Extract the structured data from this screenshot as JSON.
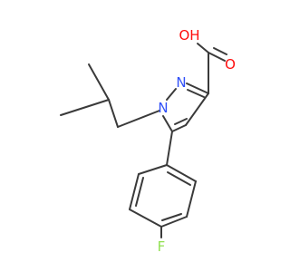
{
  "molecule": {
    "atoms": {
      "hydroxyl": {
        "label": "OH",
        "color": "#ff0d0d"
      },
      "carbonyl_oxygen": {
        "label": "O",
        "color": "#ff0d0d"
      },
      "pyrazole_n2": {
        "label": "N",
        "color": "#3050f8"
      },
      "pyrazole_n1": {
        "label": "N",
        "color": "#3050f8"
      },
      "fluorine": {
        "label": "F",
        "color": "#90e050"
      }
    },
    "bond_color": "#3a3a3a"
  }
}
